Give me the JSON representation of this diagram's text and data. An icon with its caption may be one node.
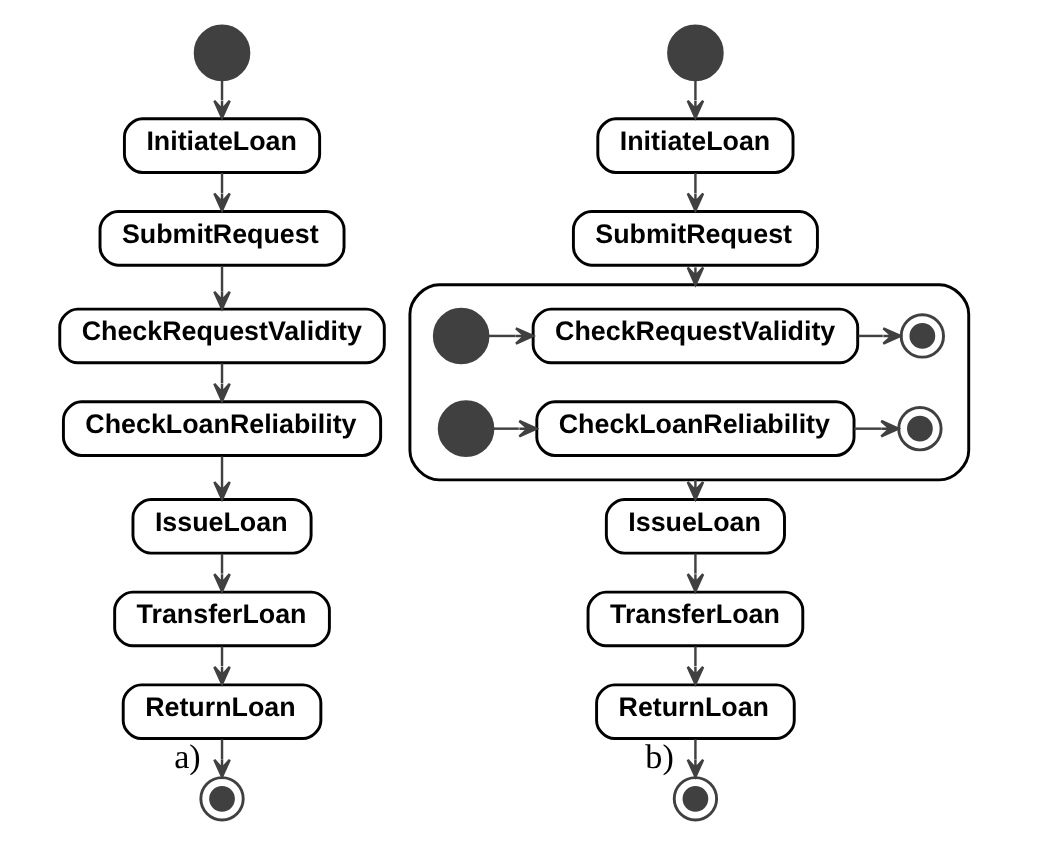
{
  "diagram": {
    "nodes": [
      {
        "text": [],
        "shape": "circle"
      },
      {
        "text": [
          "InitiateLoan"
        ]
      },
      {
        "text": [
          "SubmitRequest"
        ]
      },
      {
        "text": [
          "CheckRequestValidity"
        ]
      },
      {
        "text": [
          "CheckLoanReliability"
        ]
      },
      {
        "text": [
          "IssueLoan"
        ]
      },
      {
        "text": [
          "TransferLoan"
        ]
      },
      {
        "text": [
          "ReturnLoan"
        ]
      },
      {
        "text": [],
        "shape": "bullseye",
        "beside": [
          "a)"
        ]
      },
      {
        "text": [],
        "shape": "circle"
      },
      {
        "text": [
          "InitiateLoan"
        ]
      },
      {
        "text": [
          "SubmitRequest"
        ]
      },
      {
        "text": [],
        "shape": "box"
      },
      {
        "text": [],
        "shape": "circle",
        "in": 12
      },
      {
        "text": [
          "CheckRequestValidity"
        ],
        "in": 12
      },
      {
        "text": [],
        "shape": "bullseye",
        "in": 12
      },
      {
        "text": [],
        "shape": "circle",
        "in": 12
      },
      {
        "text": [
          "CheckLoanReliability"
        ],
        "in": 12
      },
      {
        "text": [],
        "shape": "bullseye",
        "in": 12
      },
      {
        "text": [
          "IssueLoan"
        ]
      },
      {
        "text": [
          "TransferLoan"
        ]
      },
      {
        "text": [
          "ReturnLoan"
        ]
      },
      {
        "text": [],
        "shape": "bullseye",
        "beside": [
          "b)"
        ]
      }
    ],
    "edges": [
      {
        "from": 0,
        "to": 1,
        "arrow": "to"
      },
      {
        "from": 1,
        "to": 2,
        "arrow": "to"
      },
      {
        "from": 2,
        "to": 3,
        "arrow": "to"
      },
      {
        "from": 3,
        "to": 4,
        "arrow": "to"
      },
      {
        "from": 4,
        "to": 5,
        "arrow": "to"
      },
      {
        "from": 5,
        "to": 6,
        "arrow": "to"
      },
      {
        "from": 6,
        "to": 7,
        "arrow": "to"
      },
      {
        "from": 7,
        "to": 8,
        "arrow": "to"
      },
      {
        "from": 9,
        "to": 10,
        "arrow": "to"
      },
      {
        "from": 10,
        "to": 11,
        "arrow": "to"
      },
      {
        "from": 11,
        "to": 12,
        "arrow": "to"
      },
      {
        "from": 13,
        "to": 14,
        "arrow": "to"
      },
      {
        "from": 14,
        "to": 15,
        "arrow": "to"
      },
      {
        "from": 16,
        "to": 17,
        "arrow": "to"
      },
      {
        "from": 17,
        "to": 18,
        "arrow": "to"
      },
      {
        "from": 12,
        "to": 19,
        "arrow": "to"
      },
      {
        "from": 19,
        "to": 20,
        "arrow": "to"
      },
      {
        "from": 20,
        "to": 21,
        "arrow": "to"
      },
      {
        "from": 21,
        "to": 22,
        "arrow": "to"
      }
    ]
  }
}
